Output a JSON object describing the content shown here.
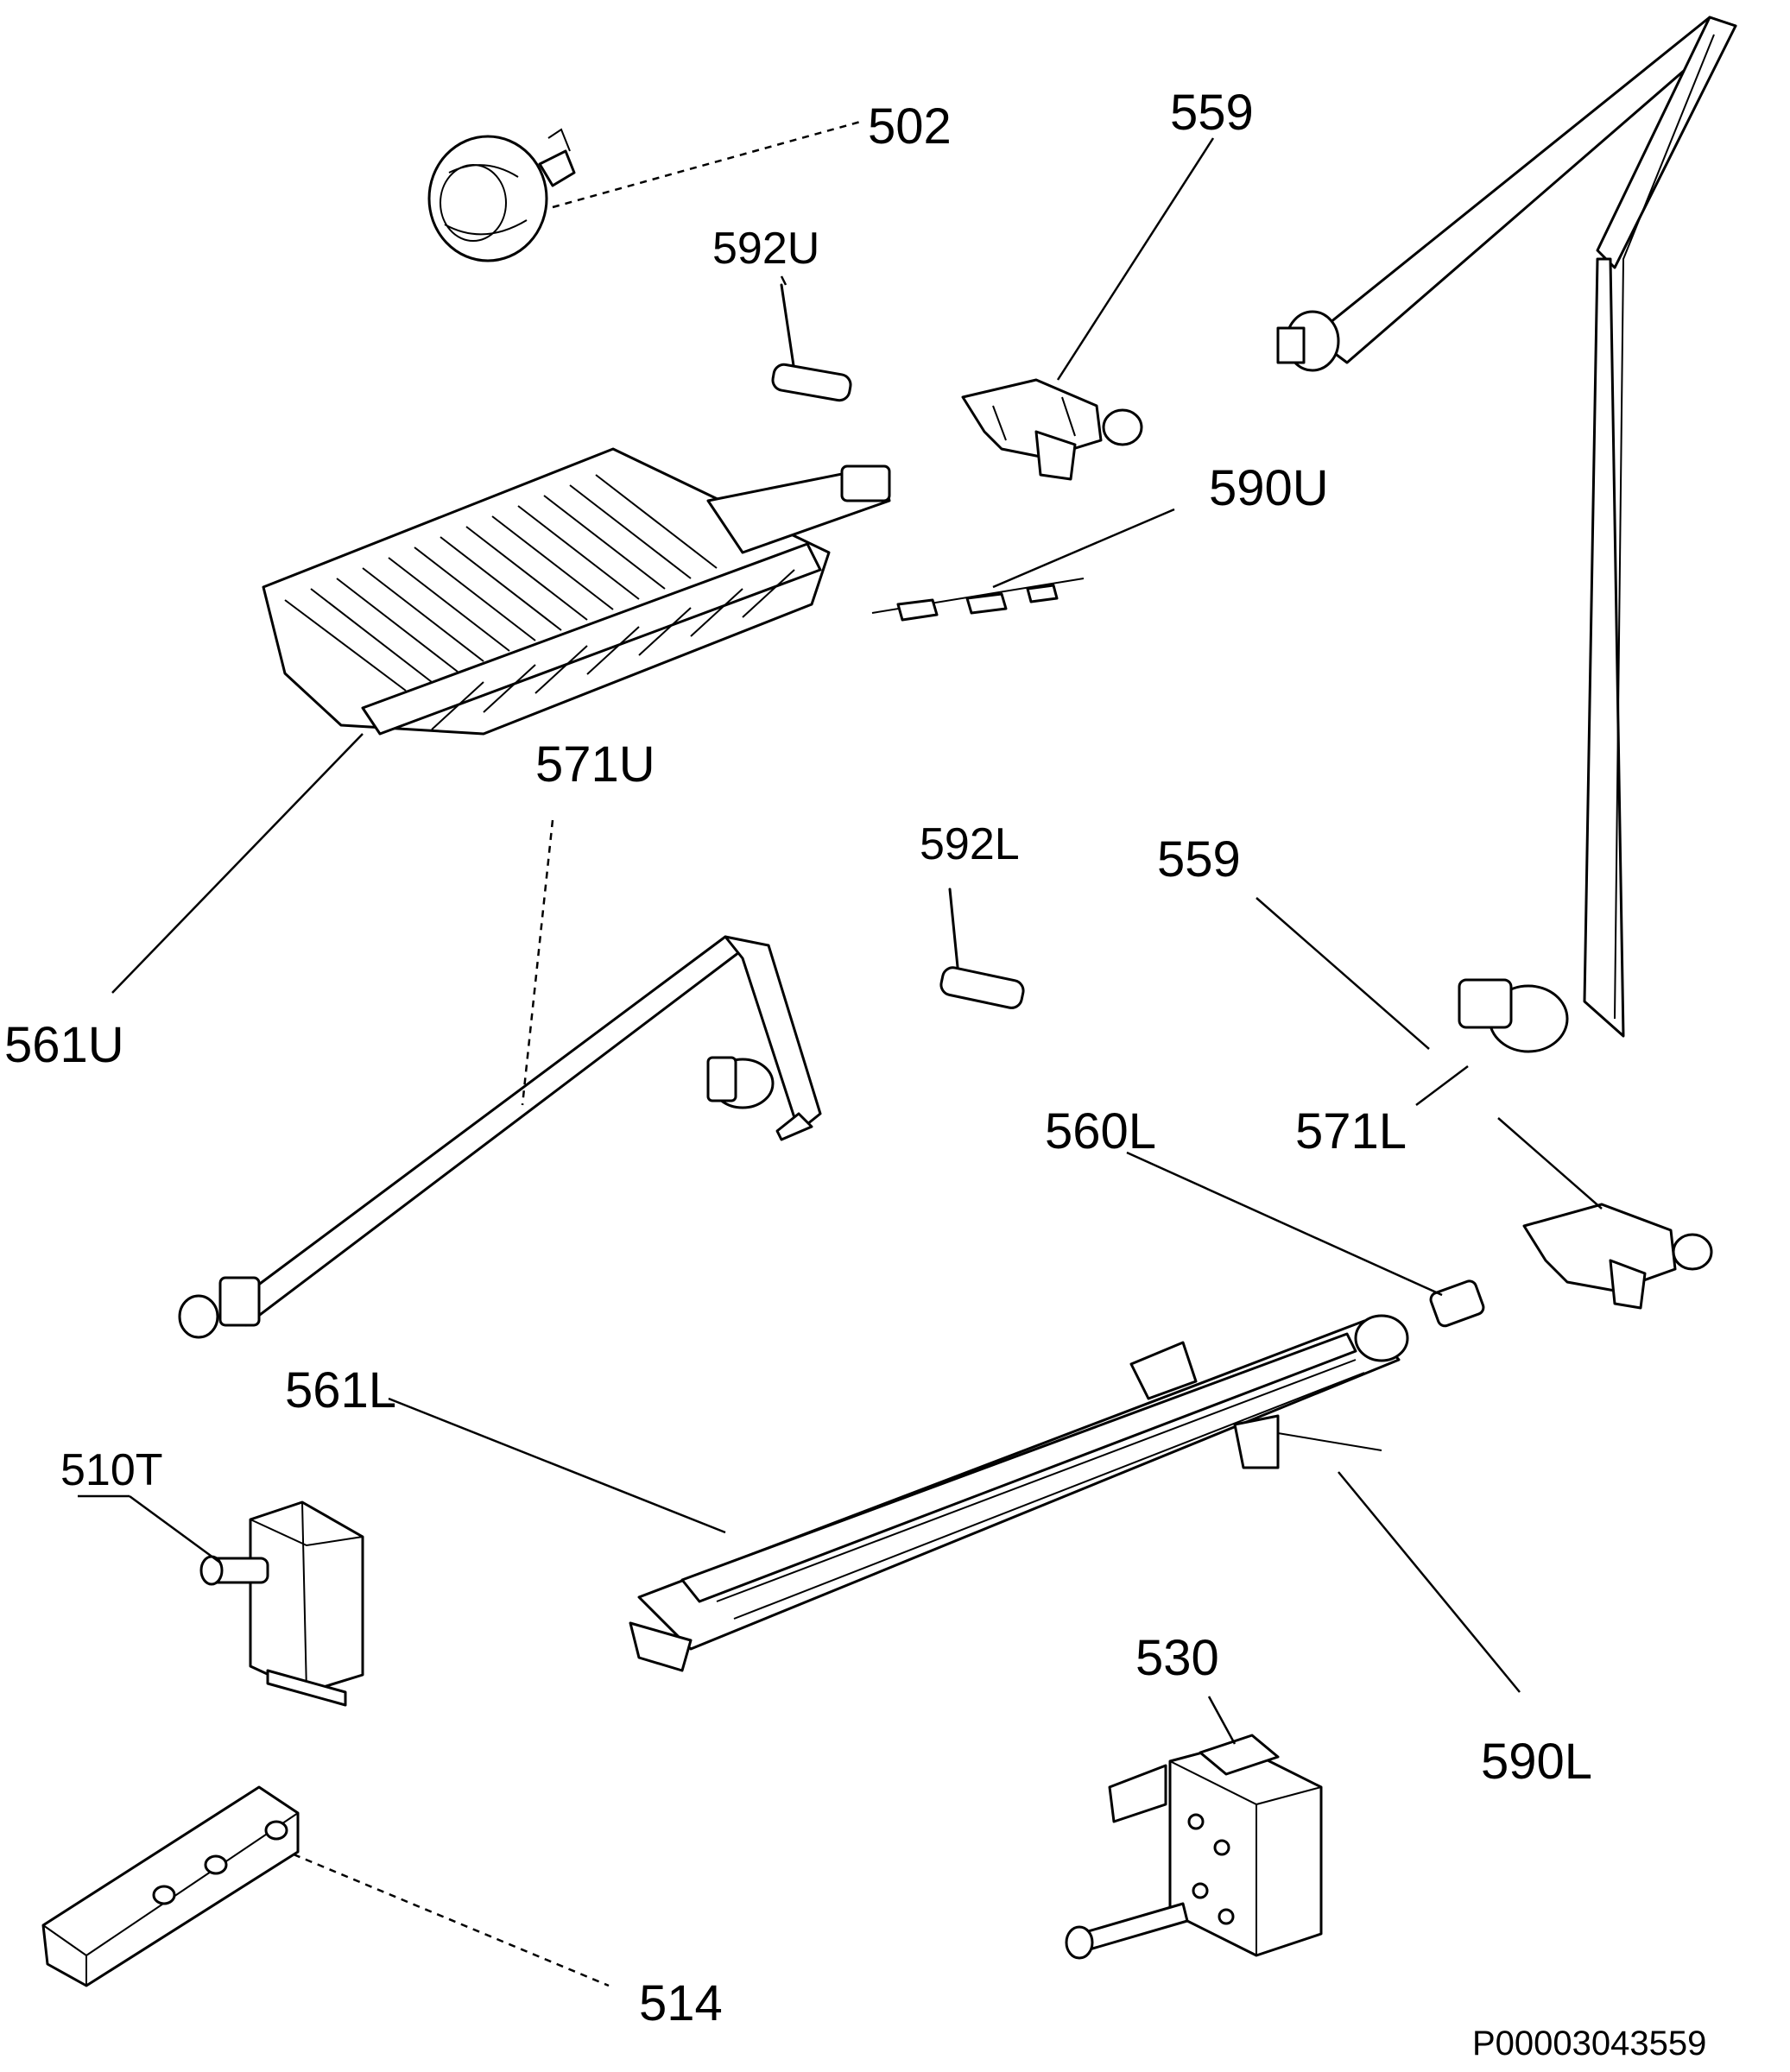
{
  "diagram": {
    "callouts": [
      {
        "id": "502",
        "text": "502"
      },
      {
        "id": "559-top",
        "text": "559"
      },
      {
        "id": "592U",
        "text": "592U"
      },
      {
        "id": "590U",
        "text": "590U"
      },
      {
        "id": "561U",
        "text": "561U"
      },
      {
        "id": "571U",
        "text": "571U"
      },
      {
        "id": "592L",
        "text": "592L"
      },
      {
        "id": "559-mid",
        "text": "559"
      },
      {
        "id": "560L",
        "text": "560L"
      },
      {
        "id": "571L",
        "text": "571L"
      },
      {
        "id": "561L",
        "text": "561L"
      },
      {
        "id": "510T",
        "text": "510T"
      },
      {
        "id": "530",
        "text": "530"
      },
      {
        "id": "590L",
        "text": "590L"
      },
      {
        "id": "514",
        "text": "514"
      }
    ],
    "drawing_code": "P00003043559"
  }
}
